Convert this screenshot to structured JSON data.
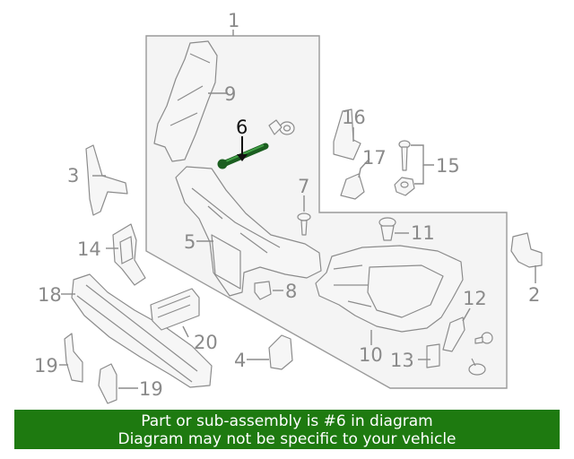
{
  "diagram": {
    "highlight_color": "#2e7d32",
    "callouts": [
      {
        "id": "c1",
        "text": "1",
        "highlight": false
      },
      {
        "id": "c2",
        "text": "2",
        "highlight": false
      },
      {
        "id": "c3",
        "text": "3",
        "highlight": false
      },
      {
        "id": "c4",
        "text": "4",
        "highlight": false
      },
      {
        "id": "c5",
        "text": "5",
        "highlight": false
      },
      {
        "id": "c6",
        "text": "6",
        "highlight": true
      },
      {
        "id": "c7",
        "text": "7",
        "highlight": false
      },
      {
        "id": "c8",
        "text": "8",
        "highlight": false
      },
      {
        "id": "c9",
        "text": "9",
        "highlight": false
      },
      {
        "id": "c10",
        "text": "10",
        "highlight": false
      },
      {
        "id": "c11",
        "text": "11",
        "highlight": false
      },
      {
        "id": "c12",
        "text": "12",
        "highlight": false
      },
      {
        "id": "c13",
        "text": "13",
        "highlight": false
      },
      {
        "id": "c14",
        "text": "14",
        "highlight": false
      },
      {
        "id": "c15",
        "text": "15",
        "highlight": false
      },
      {
        "id": "c16",
        "text": "16",
        "highlight": false
      },
      {
        "id": "c17",
        "text": "17",
        "highlight": false
      },
      {
        "id": "c18",
        "text": "18",
        "highlight": false
      },
      {
        "id": "c19a",
        "text": "19",
        "highlight": false
      },
      {
        "id": "c19b",
        "text": "19",
        "highlight": false
      },
      {
        "id": "c20",
        "text": "20",
        "highlight": false
      }
    ]
  },
  "banner": {
    "line1": "Part or sub-assembly is #6 in diagram",
    "line2": "Diagram may not be specific to your vehicle",
    "bg_color": "#1e7a10",
    "text_color": "#ffffff"
  }
}
